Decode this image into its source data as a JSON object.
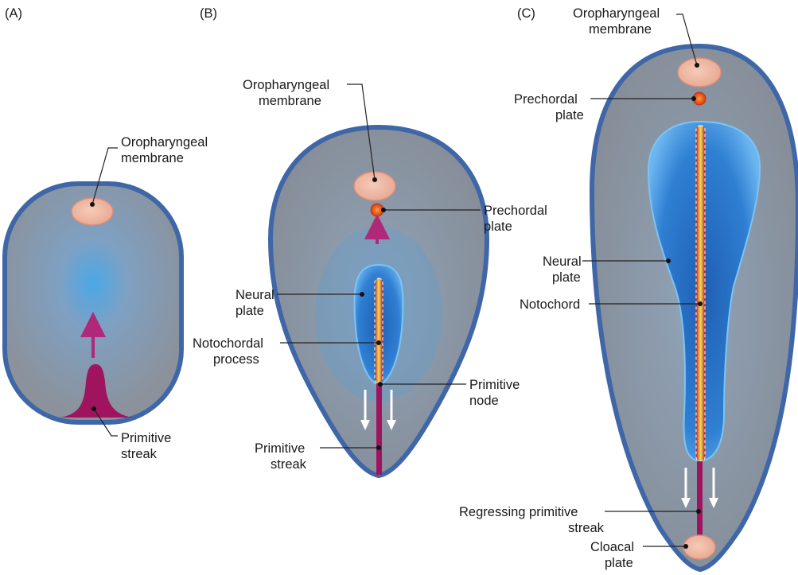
{
  "figure": {
    "panels": [
      {
        "id": "A",
        "panel_label": "(A)",
        "labels": {
          "oropharyngeal": [
            "Oropharyngeal",
            "membrane"
          ],
          "primitive_streak": [
            "Primitive",
            "streak"
          ]
        }
      },
      {
        "id": "B",
        "panel_label": "(B)",
        "labels": {
          "oropharyngeal": [
            "Oropharyngeal",
            "membrane"
          ],
          "prechordal": [
            "Prechordal",
            "plate"
          ],
          "neural": [
            "Neural",
            "plate"
          ],
          "notochordal": [
            "Notochordal",
            "process"
          ],
          "primitive_node": [
            "Primitive",
            "node"
          ],
          "primitive_streak": [
            "Primitive",
            "streak"
          ]
        }
      },
      {
        "id": "C",
        "panel_label": "(C)",
        "labels": {
          "oropharyngeal": [
            "Oropharyngeal",
            "membrane"
          ],
          "prechordal": [
            "Prechordal",
            "plate"
          ],
          "neural": [
            "Neural",
            "plate"
          ],
          "notochord": [
            "Notochord"
          ],
          "regressing": [
            "Regressing primitive",
            "streak"
          ],
          "cloacal": [
            "Cloacal",
            "plate"
          ]
        }
      }
    ],
    "colors": {
      "embryo_fill": "#8a95a4",
      "embryo_outline": "#3f67a8",
      "neural_plate": "#3a86d6",
      "membrane": "#eeb6a2",
      "prechordal": "#e8571e",
      "streak": "#a0145f",
      "notochord": "#d8b23a",
      "arrow_white": "#ffffff",
      "arrow_magenta": "#b0287a"
    }
  }
}
